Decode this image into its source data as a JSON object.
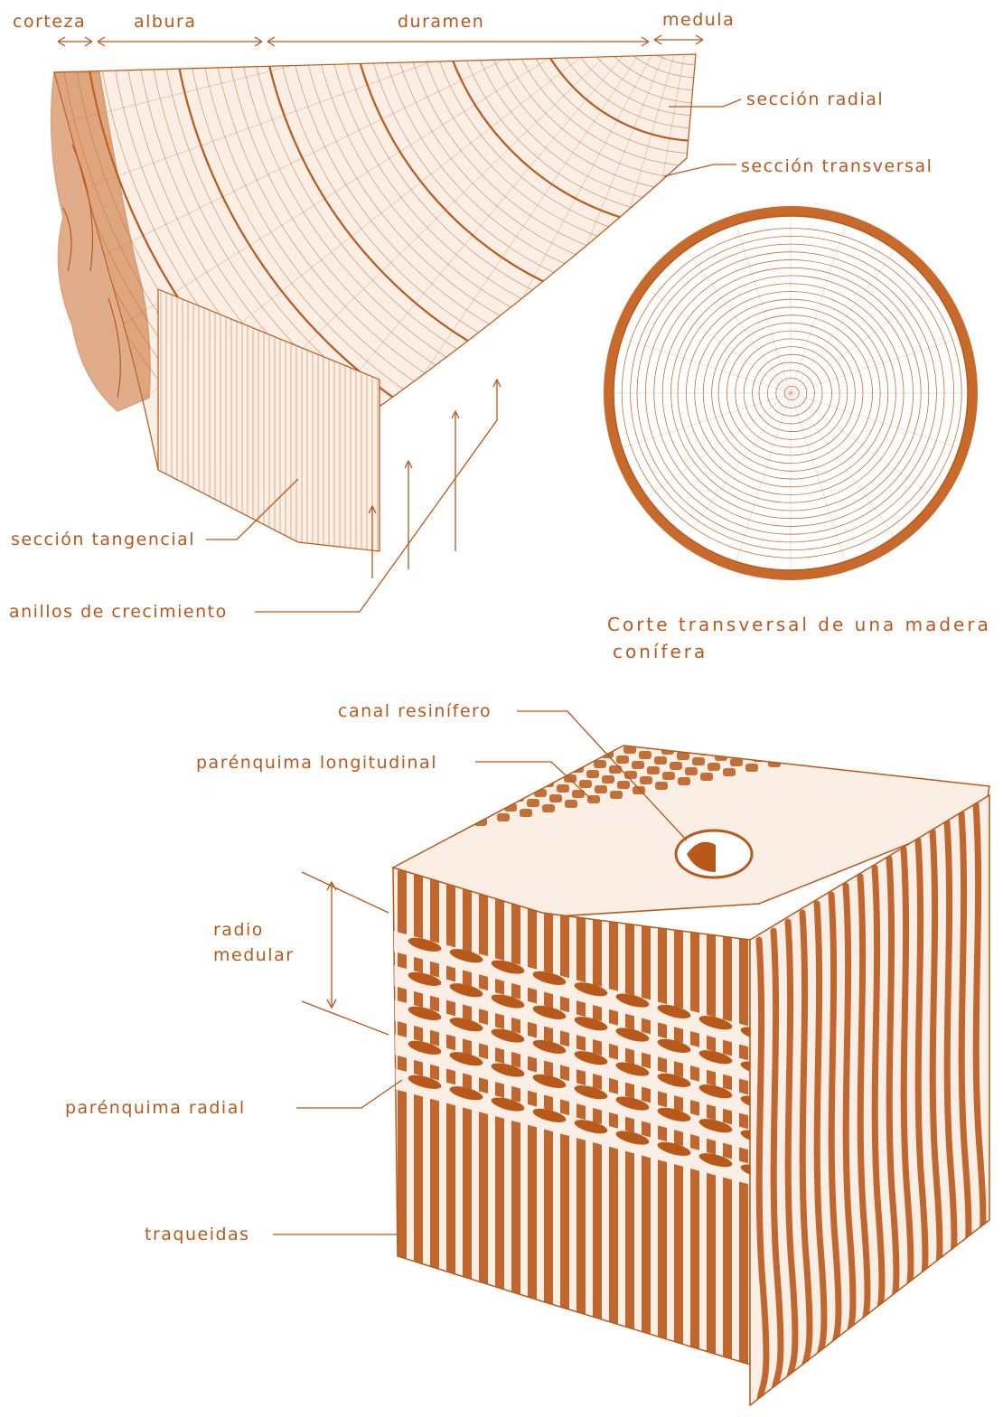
{
  "colors": {
    "ink": "#b8581a",
    "paper": "#ffffff"
  },
  "top_zones": {
    "corteza": "corteza",
    "albura": "albura",
    "duramen": "duramen",
    "medula": "medula"
  },
  "wedge_labels": {
    "radial": "sección radial",
    "transversal": "sección transversal",
    "tangencial": "sección tangencial",
    "anillos": "anillos de crecimiento"
  },
  "disc_caption": {
    "line1": "Corte transversal de una madera",
    "line2": "conífera"
  },
  "cube_labels": {
    "canal": "canal resinífero",
    "parenquima_long": "parénquima longitudinal",
    "radio_1": "radio",
    "radio_2": "medular",
    "parenquima_radial": "parénquima radial",
    "traqueidas": "traqueidas"
  }
}
